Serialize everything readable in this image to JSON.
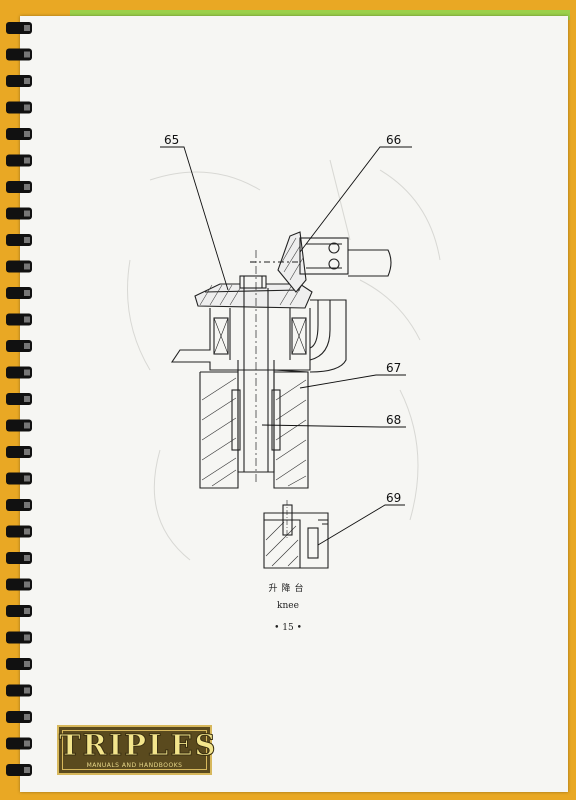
{
  "callouts": [
    {
      "id": "c65",
      "label": "65"
    },
    {
      "id": "c66",
      "label": "66"
    },
    {
      "id": "c67",
      "label": "67"
    },
    {
      "id": "c68",
      "label": "68"
    },
    {
      "id": "c69",
      "label": "69"
    }
  ],
  "caption": {
    "chinese": "升降台",
    "english": "knee",
    "page": "• 15 •"
  },
  "logo": {
    "title": "TRIPLES",
    "subtitle": "MANUALS AND HANDBOOKS"
  },
  "colors": {
    "background": "#e9a824",
    "paper": "#f6f6f3",
    "binding": "#111111",
    "logo_brown": "#5a4a1e",
    "logo_gold": "#f3e58c"
  }
}
